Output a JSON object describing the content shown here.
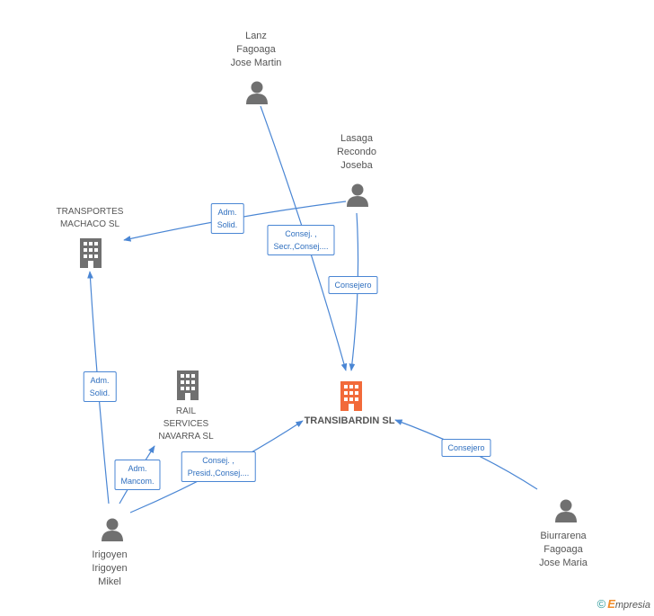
{
  "nodes": {
    "lanz": {
      "label": "Lanz\nFagoaga\nJose Martin",
      "icon": "person-icon"
    },
    "lasaga": {
      "label": "Lasaga\nRecondo\nJoseba",
      "icon": "person-icon"
    },
    "transportes": {
      "label": "TRANSPORTES\nMACHACO SL",
      "icon": "building-icon"
    },
    "rail": {
      "label": "RAIL\nSERVICES\nNAVARRA SL",
      "icon": "building-icon"
    },
    "transibardin": {
      "label": "TRANSIBARDIN SL",
      "icon": "building-icon"
    },
    "irigoyen": {
      "label": "Irigoyen\nIrigoyen\nMikel",
      "icon": "person-icon"
    },
    "biurrarena": {
      "label": "Biurrarena\nFagoaga\nJose Maria",
      "icon": "person-icon"
    }
  },
  "edges": {
    "lanz_transibardin": "Consej. ,\nSecr.,Consej....",
    "lasaga_transportes": "Adm.\nSolid.",
    "lasaga_transibardin": "Consejero",
    "irigoyen_transportes": "Adm.\nSolid.",
    "irigoyen_rail": "Adm.\nMancom.",
    "irigoyen_transibardin": "Consej. ,\nPresid.,Consej....",
    "biurrarena_transibardin": "Consejero"
  },
  "colors": {
    "person": "#707070",
    "company": "#707070",
    "main_company": "#f26a3a",
    "edge": "#4a86d4"
  },
  "footer": {
    "copyright": "©",
    "brand_initial": "E",
    "brand_rest": "mpresia"
  }
}
